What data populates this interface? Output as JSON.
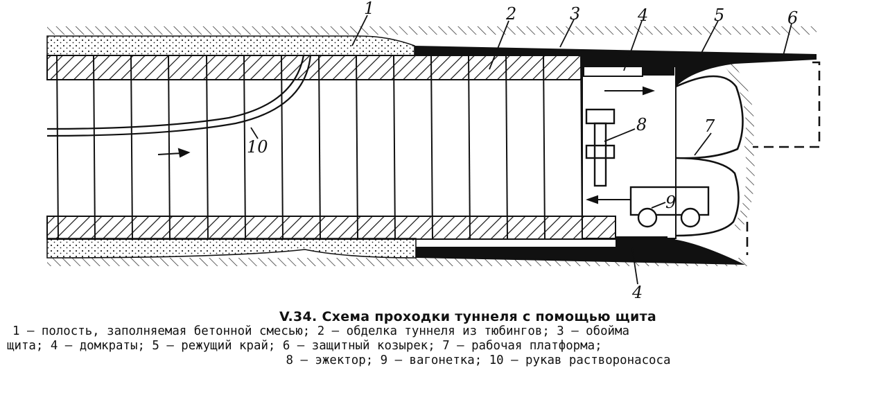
{
  "figure": {
    "callouts": [
      "1",
      "2",
      "3",
      "4",
      "5",
      "6",
      "7",
      "8",
      "9",
      "10",
      "4"
    ]
  },
  "caption": {
    "title": "V.34. Схема проходки туннеля с помощью щита",
    "legend_lines": [
      "1 — полость, заполняемая бетонной смесью; 2 — обделка туннеля из тюбингов; 3 — обойма",
      "щита; 4 — домкраты; 5 — режущий край; 6 — защитный козырек; 7 — рабочая платформа;",
      "8 — эжектор; 9 — вагонетка; 10 — рукав растворонасоса"
    ]
  }
}
